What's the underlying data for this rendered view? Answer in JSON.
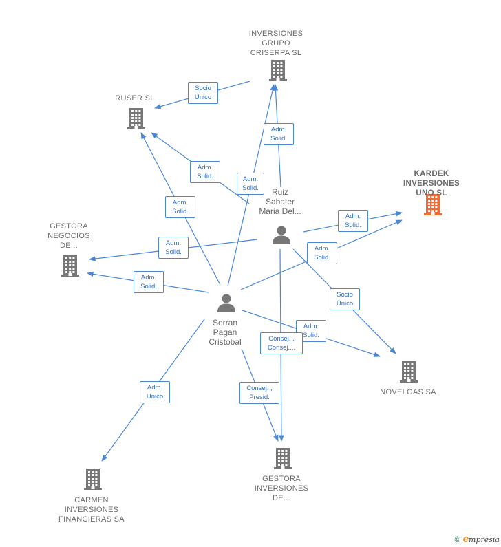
{
  "colors": {
    "edge": "#4a88d6",
    "company": "#777777",
    "focus_company": "#f26a36",
    "person": "#777777"
  },
  "companies": [
    {
      "id": "grupo",
      "lines": [
        "INVERSIONES",
        "GRUPO",
        "CRISERPA  SL"
      ]
    },
    {
      "id": "ruser",
      "lines": [
        "RUSER SL"
      ]
    },
    {
      "id": "kardek",
      "lines": [
        "KARDEK",
        "INVERSIONES",
        "UNO  SL"
      ],
      "focus": true
    },
    {
      "id": "gestora_neg",
      "lines": [
        "GESTORA",
        "NEGOCIOS",
        "DE..."
      ]
    },
    {
      "id": "novelgas",
      "lines": [
        "NOVELGAS SA"
      ]
    },
    {
      "id": "carmen",
      "lines": [
        "CARMEN",
        "INVERSIONES",
        "FINANCIERAS SA"
      ]
    },
    {
      "id": "gestora_inv",
      "lines": [
        "GESTORA",
        "INVERSIONES",
        "DE..."
      ]
    }
  ],
  "persons": [
    {
      "id": "ruiz",
      "lines": [
        "Ruiz",
        "Sabater",
        "Maria Del..."
      ]
    },
    {
      "id": "serran",
      "lines": [
        "Serran",
        "Pagan",
        "Cristobal"
      ]
    }
  ],
  "edge_labels": [
    [
      "Socio",
      "Único"
    ],
    [
      "Adm.",
      "Solid."
    ],
    [
      "Adm.",
      "Solid."
    ],
    [
      "Adm.",
      "Solid."
    ],
    [
      "Adm.",
      "Solid."
    ],
    [
      "Adm.",
      "Solid."
    ],
    [
      "Adm.",
      "Solid."
    ],
    [
      "Adm.",
      "Solid."
    ],
    [
      "Adm.",
      "Solid."
    ],
    [
      "Socio",
      "Único"
    ],
    [
      "Adm.",
      "Solid."
    ],
    [
      "Consej. ,",
      "Consej...."
    ],
    [
      "Adm.",
      "Unico"
    ],
    [
      "Consej. ,",
      "Presid."
    ]
  ],
  "footer": {
    "copyright": "©",
    "brand_initial": "e",
    "brand_rest": "mpresia"
  }
}
